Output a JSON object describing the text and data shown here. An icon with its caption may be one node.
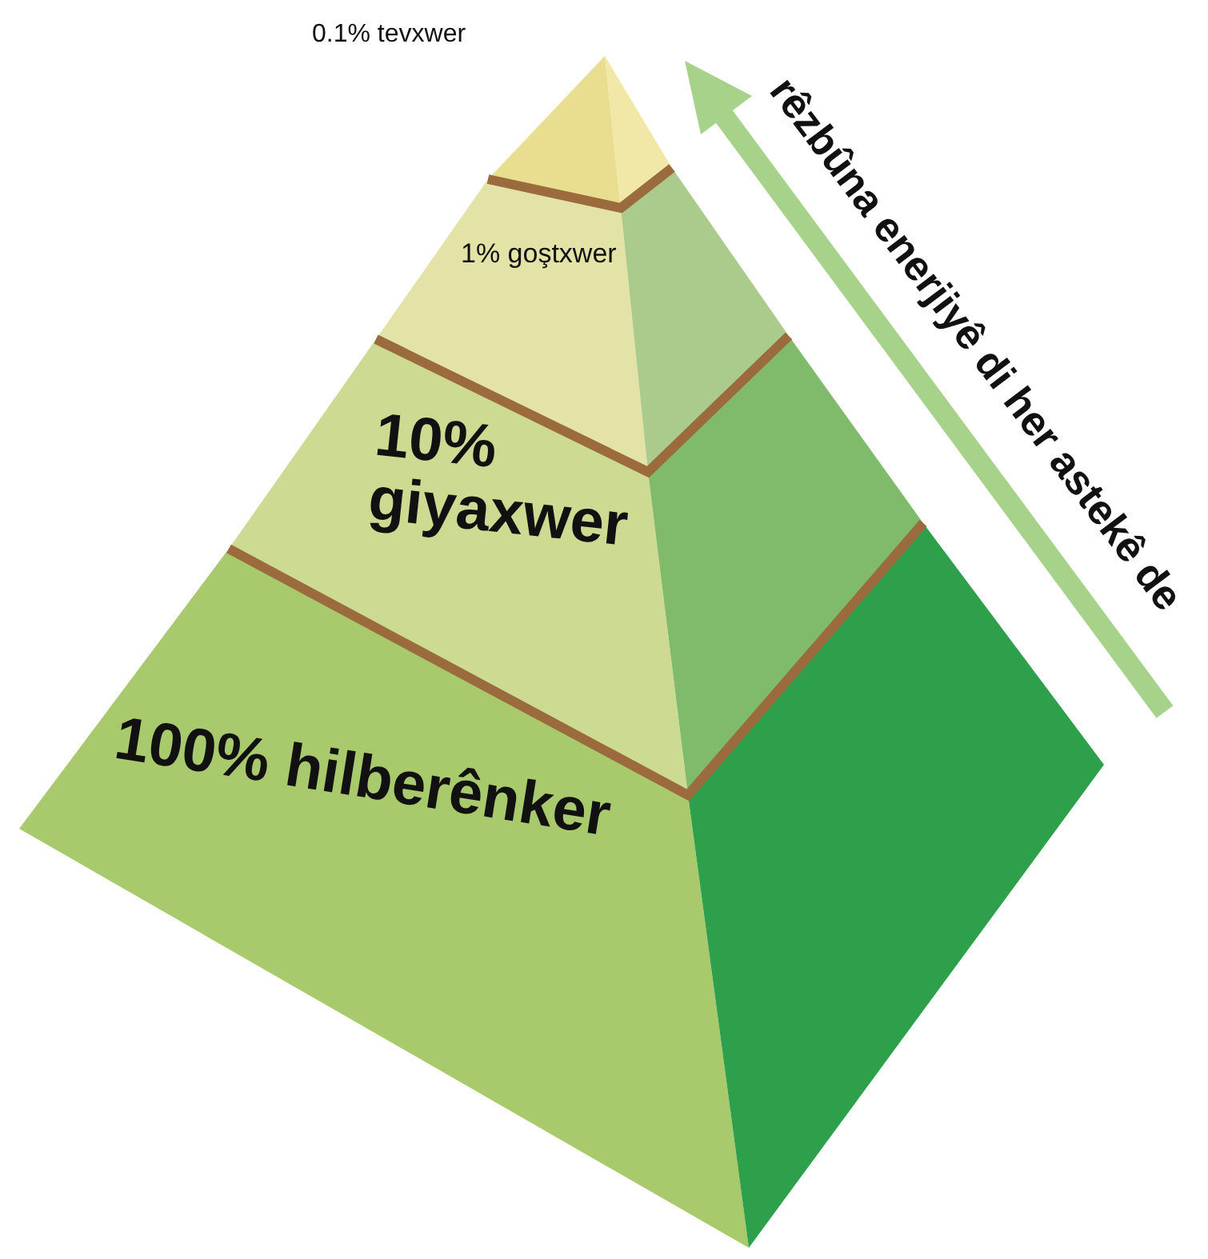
{
  "diagram": {
    "nodes": [
      {
        "text": [
          "0.1% tevxwer"
        ]
      },
      {
        "text": [
          "1% goştxwer"
        ]
      },
      {
        "text": [
          "10% giyaxwer"
        ]
      },
      {
        "text": [
          "100% hilberênker"
        ]
      }
    ],
    "labels": [
      "rêzbûna enerjiyê di her astekê de"
    ]
  }
}
